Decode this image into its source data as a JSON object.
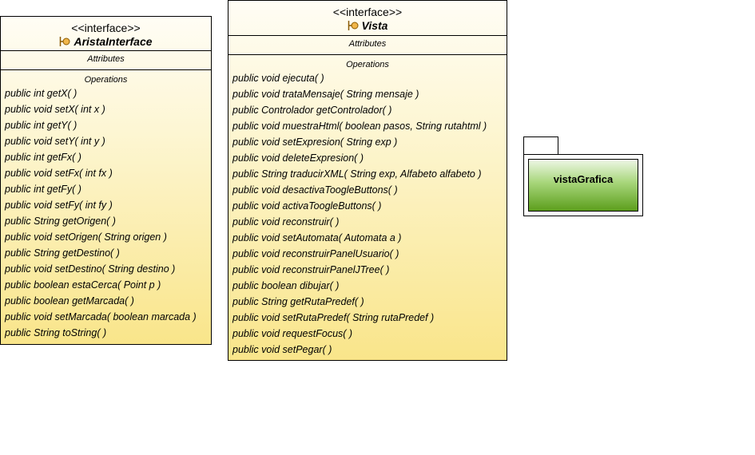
{
  "colors": {
    "interface_fill_top": "#fffdf5",
    "interface_fill_bottom": "#f9e58a",
    "package_fill_top": "#eef7e6",
    "package_fill_bottom": "#5c9e1c"
  },
  "arista": {
    "stereotype": "<<interface>>",
    "name": "AristaInterface",
    "icon": "interface-lollipop-icon",
    "attributes_label": "Attributes",
    "operations_label": "Operations",
    "operations": [
      "public int  getX(  )",
      "public void  setX( int x )",
      "public int  getY(  )",
      "public void  setY( int y )",
      "public int  getFx(  )",
      "public void  setFx( int fx )",
      "public int  getFy(  )",
      "public void  setFy( int fy )",
      "public String  getOrigen(  )",
      "public void  setOrigen( String origen )",
      "public String  getDestino(  )",
      "public void  setDestino( String destino )",
      "public boolean  estaCerca( Point p )",
      "public boolean  getMarcada(  )",
      "public void  setMarcada( boolean marcada )",
      "public String  toString(  )"
    ]
  },
  "vista": {
    "stereotype": "<<interface>>",
    "name": "Vista",
    "icon": "interface-lollipop-icon",
    "attributes_label": "Attributes",
    "operations_label": "Operations",
    "operations": [
      "public void  ejecuta(  )",
      "public void  trataMensaje( String mensaje )",
      "public Controlador  getControlador(  )",
      "public void  muestraHtml( boolean pasos, String rutahtml )",
      "public void  setExpresion( String exp )",
      "public void  deleteExpresion(  )",
      "public String  traducirXML( String exp, Alfabeto alfabeto )",
      "public void  desactivaToogleButtons(  )",
      "public void  activaToogleButtons(  )",
      "public void  reconstruir(  )",
      "public void  setAutomata( Automata a )",
      "public void  reconstruirPanelUsuario(  )",
      "public void  reconstruirPanelJTree(  )",
      "public boolean  dibujar(  )",
      "public String  getRutaPredef(  )",
      "public void  setRutaPredef( String rutaPredef )",
      "public void  requestFocus(  )",
      "public void  setPegar(  )"
    ]
  },
  "package": {
    "name": "vistaGrafica"
  }
}
